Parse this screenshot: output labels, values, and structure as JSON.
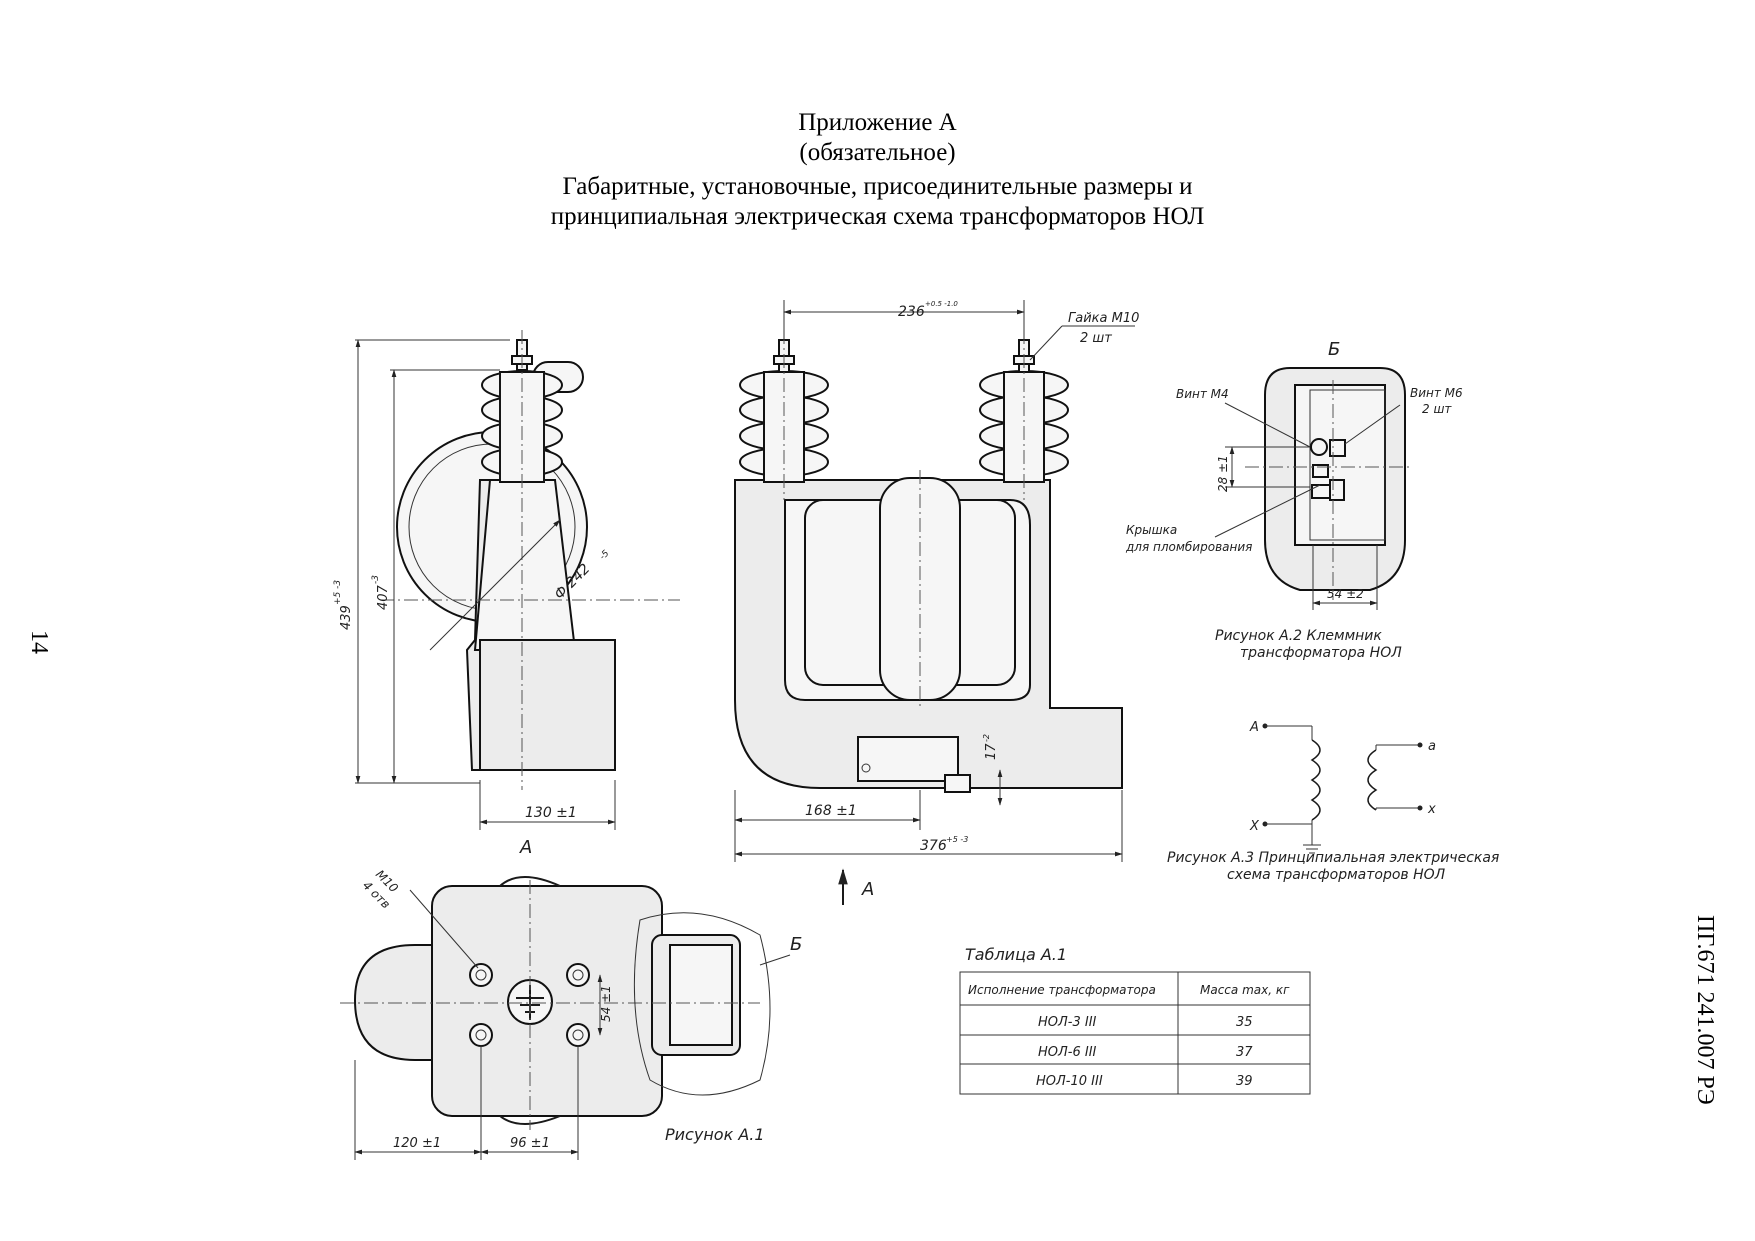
{
  "header": {
    "line1": "Приложение А",
    "line2": "(обязательное)",
    "line3": "Габаритные, установочные, присоединительные размеры и",
    "line4": "принципиальная электрическая схема трансформаторов НОЛ"
  },
  "page_number": "14",
  "doc_code": "ПГ.671 241.007 РЭ",
  "drawing": {
    "dims": {
      "overall_height": "439",
      "overall_height_tol": "+5 -3",
      "height2": "407",
      "height2_tol": "-3",
      "diameter": "Ф 242",
      "diameter_tol": "-5",
      "base_width": "130 ±1",
      "terminal_spacing": "236",
      "terminal_spacing_tol": "+0.5 -1.0",
      "offset": "168 ±1",
      "overall_length": "376",
      "overall_length_tol": "+5 -3",
      "box_height": "17",
      "box_height_tol": "-2",
      "plan_left": "120 ±1",
      "plan_mid": "96 ±1",
      "plan_hole": "54 ±1",
      "term_height": "28 ±1",
      "term_width": "54 ±2"
    },
    "labels": {
      "nut": "Гайка М10",
      "nut_qty": "2 шт",
      "view_a": "А",
      "arrow_a": "А",
      "view_b": "Б",
      "view_b2": "Б",
      "bolt_m10": "М10",
      "bolt_qty": "4 отв",
      "screw_m4": "Винт М4",
      "screw_m6": "Винт М6",
      "screw_m6_qty": "2 шт",
      "cover": "Крышка",
      "cover2": "для пломбирования",
      "fig_a1": "Рисунок А.1",
      "fig_a2_l1": "Рисунок А.2 Клеммник",
      "fig_a2_l2": "трансформатора НОЛ",
      "fig_a3_l1": "Рисунок А.3 Принципиальная электрическая",
      "fig_a3_l2": "схема трансформаторов НОЛ",
      "sch_A": "А",
      "sch_X": "Х",
      "sch_a": "а",
      "sch_x": "х"
    }
  },
  "table": {
    "caption": "Таблица А.1",
    "headers": [
      "Исполнение трансформатора",
      "Масса max, кг"
    ],
    "rows": [
      [
        "НОЛ-3 III",
        "35"
      ],
      [
        "НОЛ-6 III",
        "37"
      ],
      [
        "НОЛ-10 III",
        "39"
      ]
    ]
  }
}
